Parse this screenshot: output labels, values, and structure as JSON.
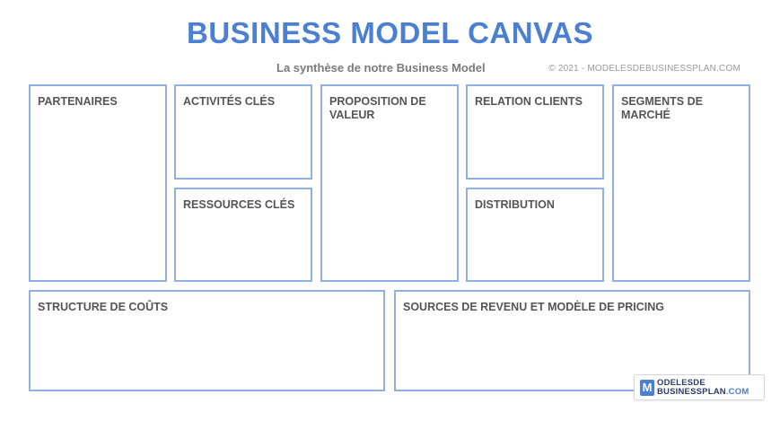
{
  "header": {
    "title": "BUSINESS MODEL CANVAS",
    "subtitle": "La synthèse de notre Business Model",
    "copyright": "© 2021 - MODELESDEBUSINESSPLAN.COM"
  },
  "blocks": {
    "partenaires": "PARTENAIRES",
    "activites": "ACTIVITÉS CLÉS",
    "ressources": "RESSOURCES CLÉS",
    "proposition": "PROPOSITION DE VALEUR",
    "relation": "RELATION CLIENTS",
    "distribution": "DISTRIBUTION",
    "segments": "SEGMENTS DE MARCHÉ",
    "couts": "STRUCTURE DE COÛTS",
    "revenus": "SOURCES DE REVENU ET MODÈLE DE PRICING"
  },
  "logo": {
    "mark": "M",
    "line1": "ODELESDE",
    "line2_main": "BUSINESSPLAN",
    "line2_suffix": ".COM"
  },
  "colors": {
    "title": "#4a7fd4",
    "border": "#8fb0e3",
    "label": "#555555"
  }
}
